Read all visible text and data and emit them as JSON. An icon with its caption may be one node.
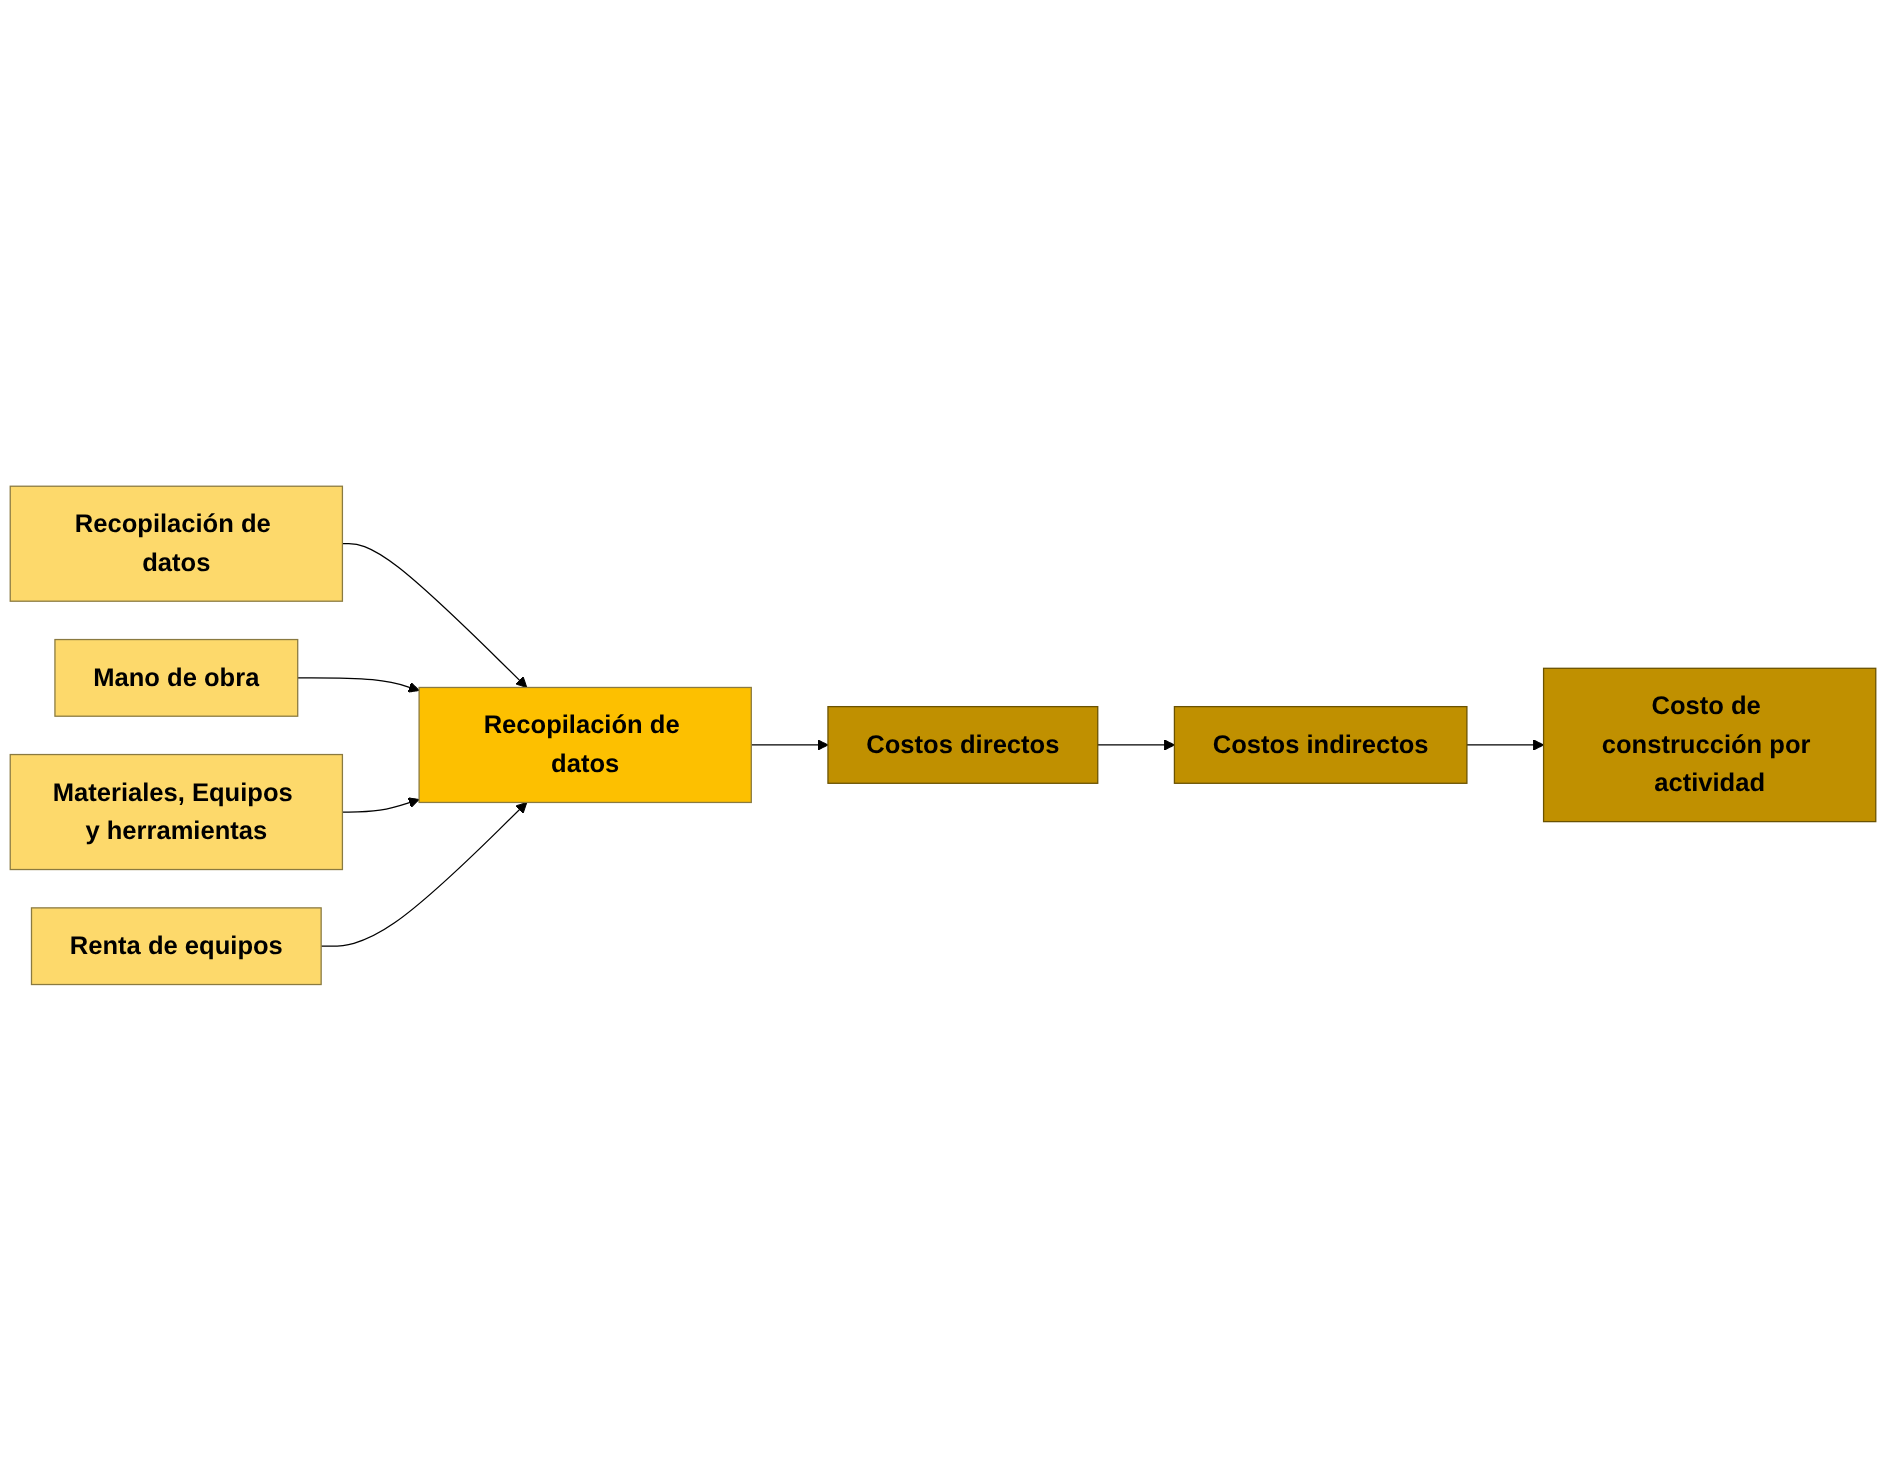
{
  "diagram": {
    "nodes": [
      {
        "text": [
          "Recopilación de datos"
        ]
      },
      {
        "text": [
          "Mano de obra"
        ]
      },
      {
        "text": [
          "Materiales, Equipos y herramientas"
        ]
      },
      {
        "text": [
          "Renta de equipos"
        ]
      },
      {
        "text": [
          "Recopilación de datos"
        ]
      },
      {
        "text": [
          "Costos directos"
        ]
      },
      {
        "text": [
          "Costos indirectos"
        ]
      },
      {
        "text": [
          "Costo de construcción por actividad"
        ]
      }
    ],
    "edges": [
      {
        "from": 0,
        "to": 4,
        "arrow": "to"
      },
      {
        "from": 1,
        "to": 4,
        "arrow": "to"
      },
      {
        "from": 2,
        "to": 4,
        "arrow": "to"
      },
      {
        "from": 3,
        "to": 4,
        "arrow": "to"
      },
      {
        "from": 4,
        "to": 5,
        "arrow": "to"
      },
      {
        "from": 5,
        "to": 6,
        "arrow": "to"
      },
      {
        "from": 6,
        "to": 7,
        "arrow": "to"
      }
    ]
  }
}
